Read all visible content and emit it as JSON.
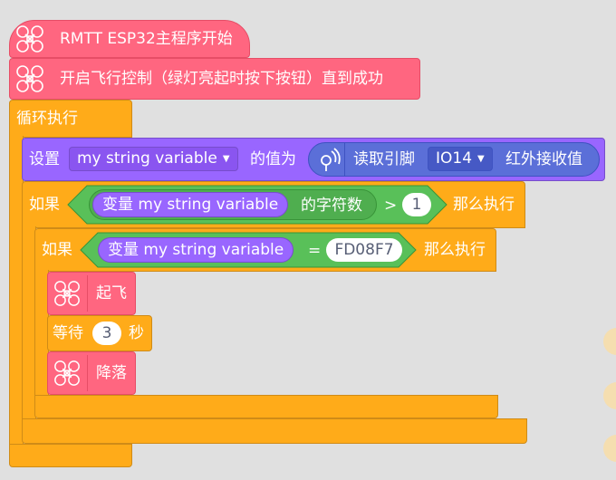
{
  "blocks": {
    "start": "RMTT ESP32主程序开始",
    "startup": "开启飞行控制（绿灯亮起时按下按钮）直到成功",
    "forever": "循环执行",
    "set": {
      "label": "设置",
      "variable": "my string variable",
      "value_of": "的值为",
      "read_pin": "读取引脚",
      "pin": "IO14",
      "ir_value": "红外接收值"
    },
    "if_outer": {
      "if": "如果",
      "variable_label": "变量",
      "variable": "my string variable",
      "char_count": "的字符数",
      "operator": ">",
      "value": "1",
      "then": "那么执行"
    },
    "if_inner": {
      "if": "如果",
      "variable_label": "变量",
      "variable": "my string variable",
      "operator": "=",
      "value": "FD08F7",
      "then": "那么执行"
    },
    "takeoff": "起飞",
    "wait": {
      "label": "等待",
      "value": "3",
      "unit": "秒"
    },
    "land": "降落"
  },
  "icons": {
    "drone": "drone-icon",
    "pin": "pin-sensor-icon",
    "caret": "chevron-down-icon"
  },
  "colors": {
    "pink": "#ff6680",
    "orange": "#ffab19",
    "purple": "#9966ff",
    "green": "#59c059",
    "blue": "#5b6fd8",
    "background": "#e0e0e0"
  }
}
